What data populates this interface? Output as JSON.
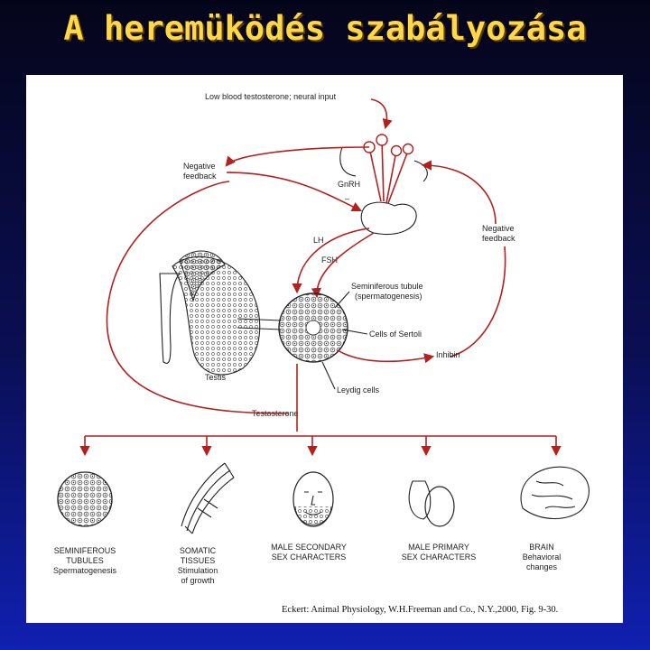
{
  "slide": {
    "title": "A heremüködés szabályozása"
  },
  "diagram": {
    "top_input": "Low blood testosterone; neural input",
    "neg_feedback_left": [
      "Negative",
      "feedback"
    ],
    "neg_feedback_right": [
      "Negative",
      "feedback"
    ],
    "gnrh": "GnRH",
    "lh": "LH",
    "fsh": "FSH",
    "seminiferous_tubule": [
      "Seminiferous tubule",
      "(spermatogenesis)"
    ],
    "sertoli": "Cells of Sertoli",
    "inhibin": "Inhibin",
    "testis": "Testis",
    "leydig": "Leydig cells",
    "testosterone": "Testosterone",
    "targets": [
      {
        "lines": [
          "SEMINIFEROUS",
          "TUBULES"
        ],
        "sub": [
          "Spermatogenesis"
        ]
      },
      {
        "lines": [
          "SOMATIC",
          "TISSUES"
        ],
        "sub": [
          "Stimulation",
          "of growth"
        ]
      },
      {
        "lines": [
          "MALE SECONDARY",
          "SEX CHARACTERS"
        ],
        "sub": []
      },
      {
        "lines": [
          "MALE PRIMARY",
          "SEX CHARACTERS"
        ],
        "sub": []
      },
      {
        "lines": [
          "BRAIN"
        ],
        "sub": [
          "Behavioral",
          "changes"
        ]
      }
    ]
  },
  "citation": "Eckert: Animal Physiology, W.H.Freeman and Co., N.Y.,2000, Fig. 9-30."
}
